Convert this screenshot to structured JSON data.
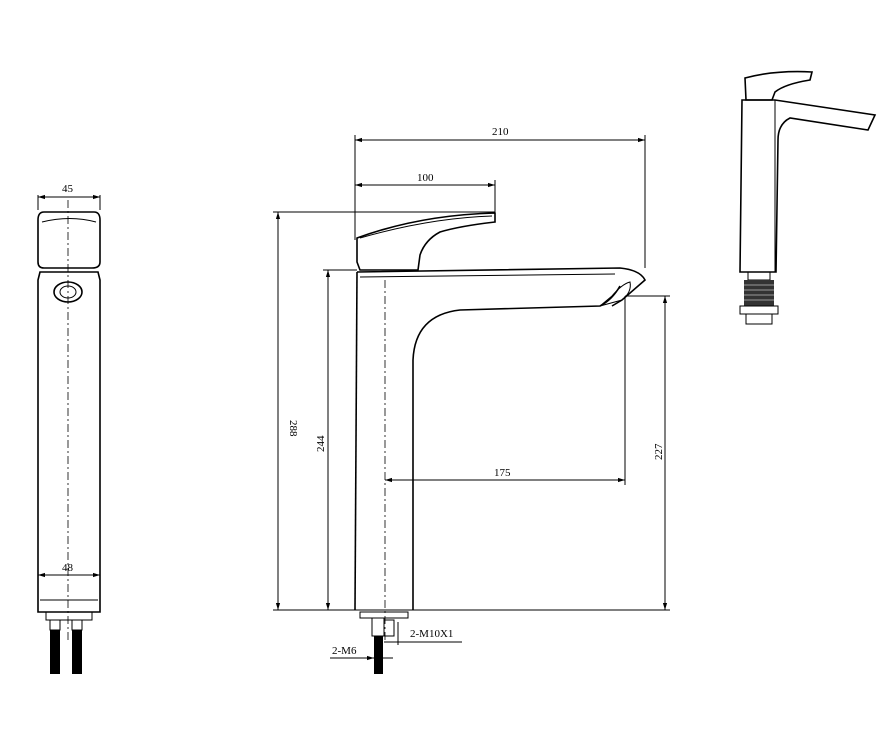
{
  "drawing": {
    "side_view": {
      "head_width": "45",
      "base_width": "48"
    },
    "front_view": {
      "overall_reach": "210",
      "lever_length": "100",
      "overall_height": "288",
      "body_height": "244",
      "spout_reach": "175",
      "spout_height": "227",
      "hose_thread": "2-M6",
      "connector_thread": "2-M10X1"
    }
  }
}
